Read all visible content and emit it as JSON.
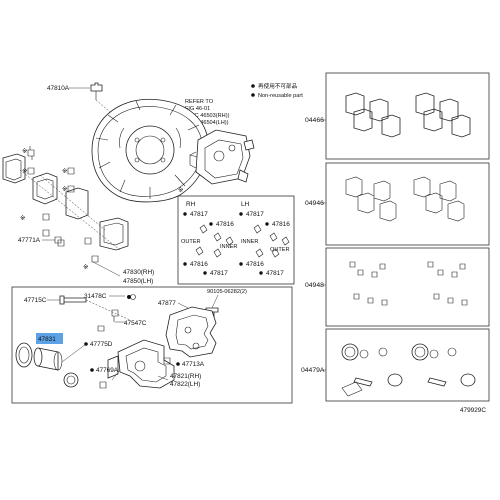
{
  "legend": {
    "not_reusable_jp": "再使用不可部品",
    "not_reusable_en": "Non-reusable part"
  },
  "refer": {
    "line1": "REFER TO",
    "line2": "FIG 46-01",
    "line3": "(PNC 46503(RH))",
    "line4": "(PNC 46504(LH))"
  },
  "parts": {
    "p47810A": "47810A",
    "p47771A": "47771A",
    "p47830": "47830(RH)",
    "p47850": "47850(LH)",
    "p47715C": "47715C",
    "p31478C": "31478C",
    "p47877": "47877",
    "p90105": "90105-06282(2)",
    "p47547C": "47547C",
    "p47831": "47831",
    "p47775D": "47775D",
    "p47713A": "47713A",
    "p47769A": "47769A",
    "p47821": "47821(RH)",
    "p47822": "47822(LH)"
  },
  "inset": {
    "rh": "RH",
    "lh": "LH",
    "p47817": "47817",
    "p47816": "47816",
    "outer": "OUTER",
    "inner": "INNER"
  },
  "groups": {
    "g04466": "04466",
    "g04946": "04946",
    "g04948": "04948",
    "g04479A": "04479A"
  },
  "star": "※",
  "diagram_id": "479929C",
  "highlight_color": "#5ba3e6"
}
